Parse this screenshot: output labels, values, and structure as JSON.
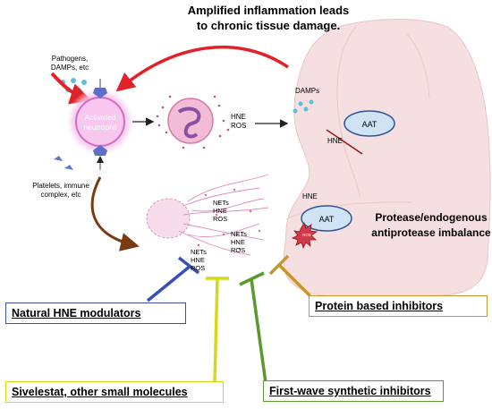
{
  "title_line1": "Amplified inflammation leads",
  "title_line2": "to chronic tissue damage.",
  "pathogens_line1": "Pathogens,",
  "pathogens_line2": "DAMPs, etc",
  "neutrophil_line1": "Activated",
  "neutrophil_line2": "neutrophil",
  "platelets_line1": "Platelets, immune",
  "platelets_line2": "complex, etc",
  "degranulation_hne": "HNE",
  "degranulation_ros": "ROS",
  "lung_damps": "DAMPs",
  "aat_top": "AAT",
  "hne_top": "HNE",
  "hne_mid": "HNE",
  "aat_mid": "AAT",
  "ros_burst": "ROS",
  "imbalance_line1": "Protease/endogenous",
  "imbalance_line2": "antiprotease imbalance",
  "nets_group1": [
    "NETs",
    "HNE",
    "ROS"
  ],
  "nets_group2": [
    "NETs",
    "HNE",
    "ROS"
  ],
  "nets_group3": [
    "NETs",
    "HNE",
    "ROS"
  ],
  "inhibitor_boxes": {
    "natural": "Natural HNE modulators",
    "protein": "Protein based inhibitors",
    "sivelestat": "Sivelestat, other small molecules",
    "first_wave": "First-wave synthetic inhibitors"
  },
  "colors": {
    "natural": "#3a4fb5",
    "protein": "#c8962a",
    "sivelestat": "#d6d916",
    "first_wave": "#5a9a2e",
    "arrow_red": "#e0222a",
    "lung_fill": "#f6dfe0"
  }
}
